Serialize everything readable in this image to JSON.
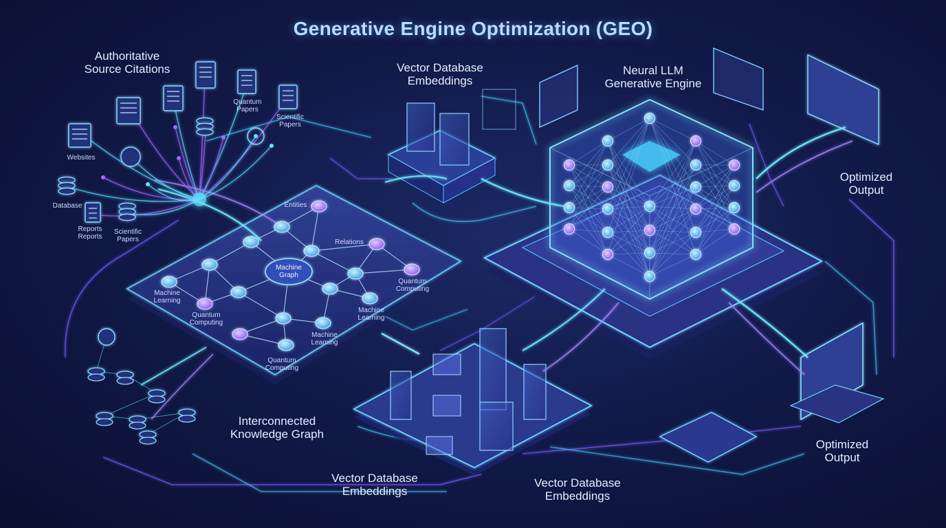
{
  "title": "Generative Engine Optimization (GEO)",
  "labels": {
    "sources_heading": [
      "Authoritative",
      "Source Citations"
    ],
    "vector_db_top": [
      "Vector Database",
      "Embeddings"
    ],
    "neural_llm": [
      "Neural LLM",
      "Generative Engine"
    ],
    "optimized_output_right": [
      "Optimized",
      "Output"
    ],
    "optimized_output_bottom": [
      "Optimized",
      "Output"
    ],
    "knowledge_graph": [
      "Interconnected",
      "Knowledge Graph"
    ],
    "vector_db_bottom_left": [
      "Vector Database",
      "Embeddings"
    ],
    "vector_db_bottom_right": [
      "Vector Database",
      "Embeddings"
    ]
  },
  "sources": {
    "quantum_papers": [
      "Quantum",
      "Papers"
    ],
    "scientific_papers_top": [
      "Scientific",
      "Papers"
    ],
    "websites": "Websites",
    "database": "Database",
    "reports": [
      "Reports",
      "Reports"
    ],
    "scientific_papers_left": [
      "Scientific",
      "Papers"
    ]
  },
  "graph": {
    "entities": "Entities",
    "relations": "Relations",
    "center": [
      "Machine",
      "Graph"
    ],
    "machine_learning_a": [
      "Machine",
      "Learning"
    ],
    "quantum_computing_a": [
      "Quantum",
      "Computing"
    ],
    "quantum_computing_b": [
      "Quantum",
      "Computing"
    ],
    "machine_learning_b": [
      "Machine",
      "Learning"
    ],
    "machine_learning_c": [
      "Machine",
      "Learning"
    ],
    "quantum_computing_c": [
      "Quantum",
      "Computing"
    ]
  },
  "colors": {
    "cyan": "#5ee6ff",
    "violet": "#a46bff",
    "panel": "#2a3a8a",
    "panel_edge": "#6fd3ff"
  }
}
